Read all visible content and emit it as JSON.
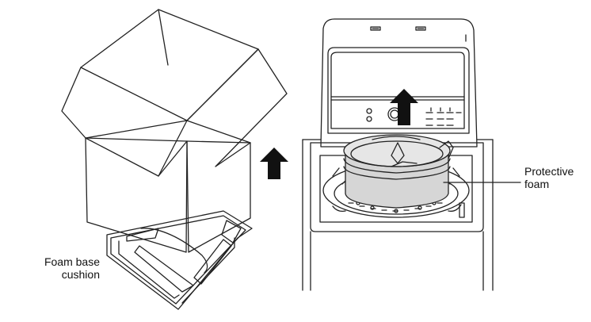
{
  "labels": {
    "foam_base": {
      "line1": "Foam base",
      "line2": "cushion"
    },
    "protective_foam": {
      "line1": "Protective",
      "line2": "foam"
    }
  },
  "colors": {
    "stroke": "#222222",
    "arrow": "#111111",
    "foam_fill": "#d6d6d6",
    "background": "#ffffff"
  },
  "icons": {
    "arrow": "up-arrow-icon"
  }
}
